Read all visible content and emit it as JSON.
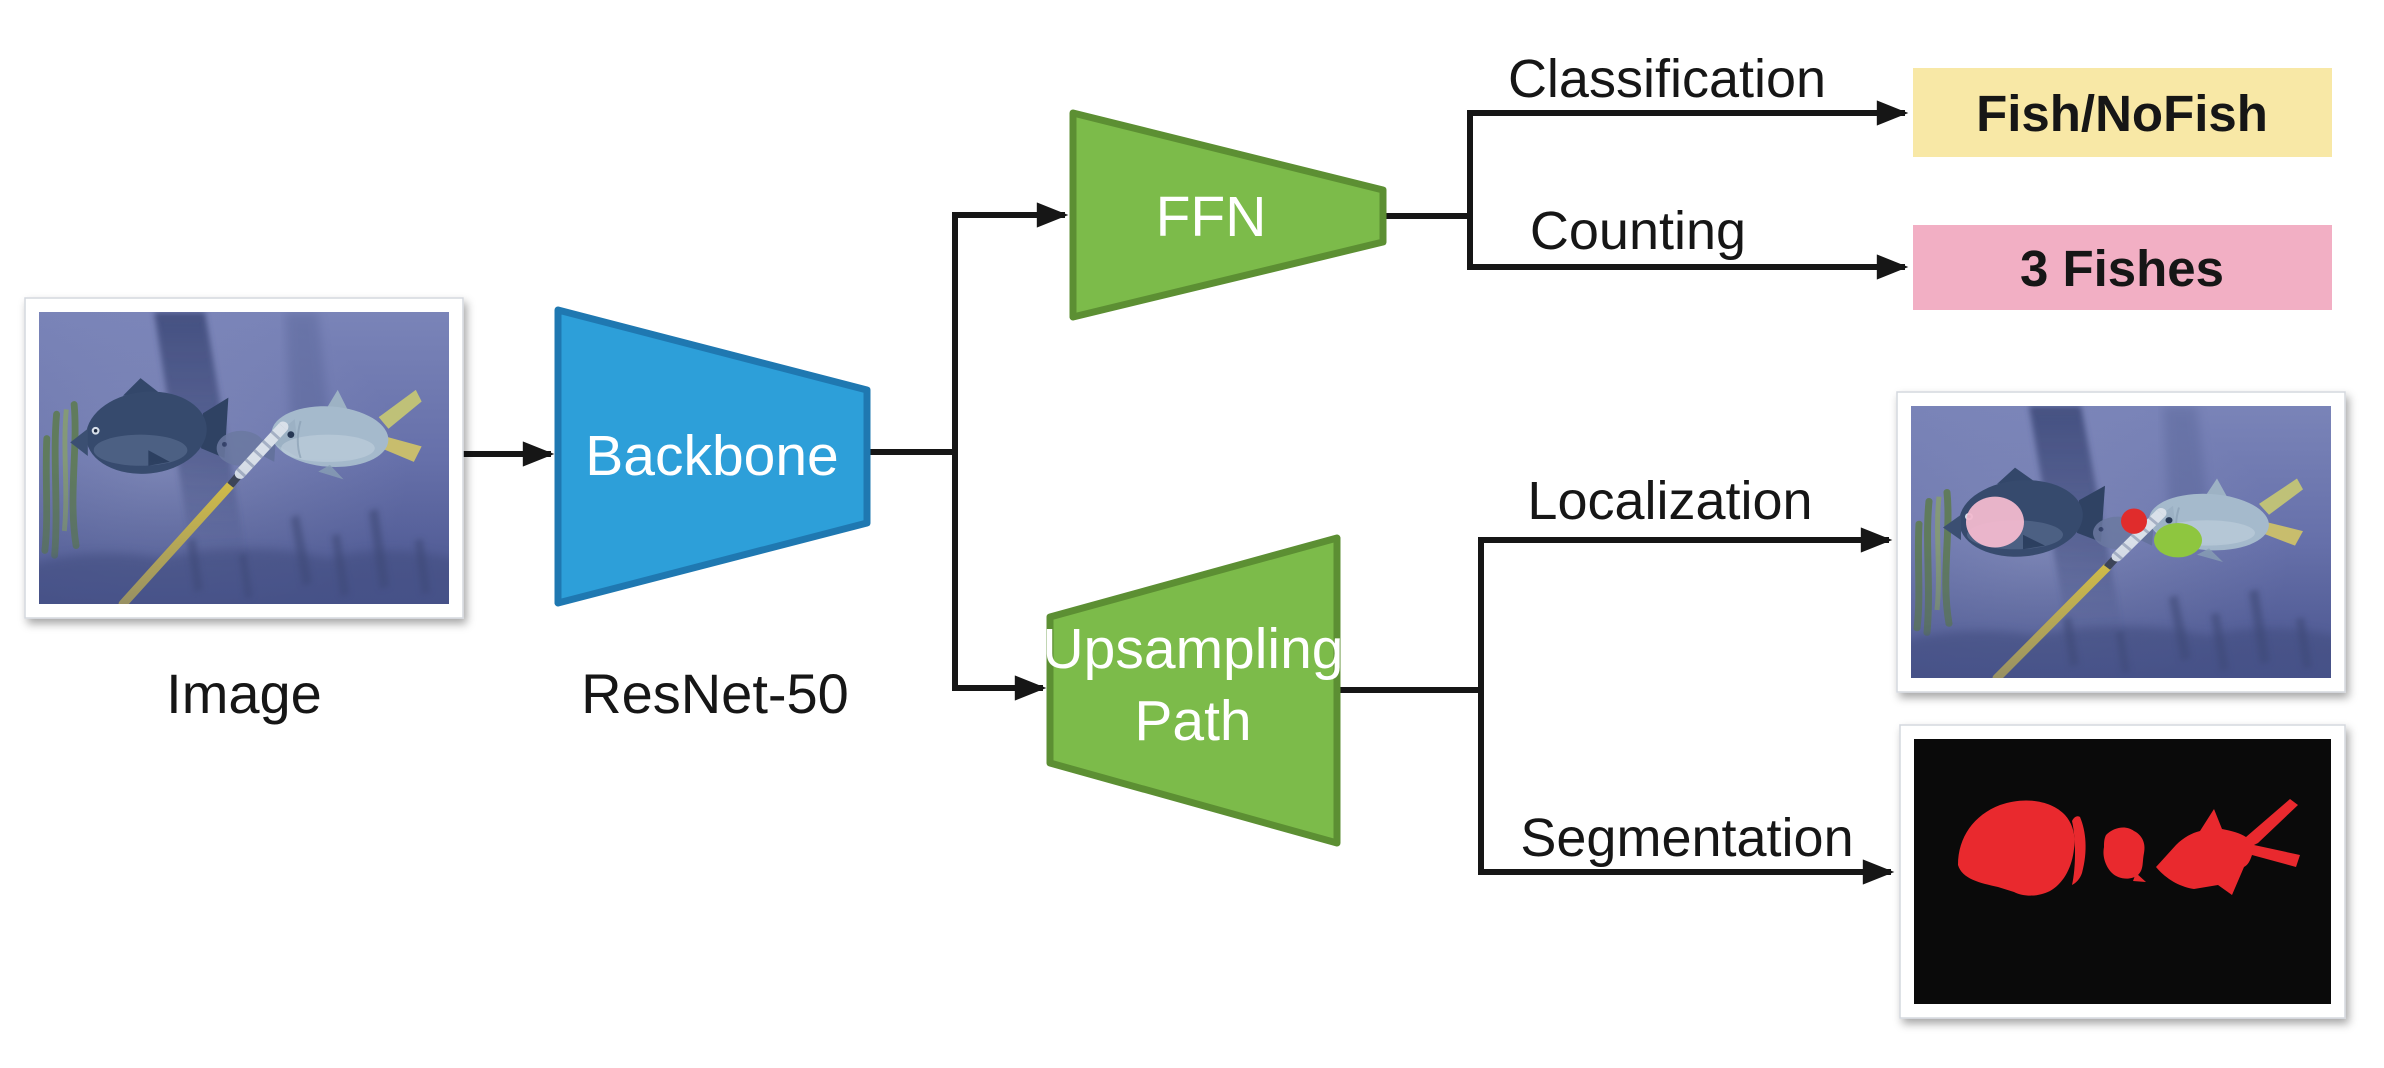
{
  "figure": {
    "input": {
      "caption": "Image"
    },
    "backbone": {
      "label": "Backbone",
      "caption": "ResNet-50"
    },
    "ffn": {
      "label": "FFN"
    },
    "upsampling": {
      "label_line1": "Upsampling",
      "label_line2": "Path"
    },
    "tasks": {
      "classification": {
        "label": "Classification",
        "output": "Fish/NoFish"
      },
      "counting": {
        "label": "Counting",
        "output": "3 Fishes"
      },
      "localization": {
        "label": "Localization"
      },
      "segmentation": {
        "label": "Segmentation"
      }
    },
    "colors": {
      "backbone_fill": "#2D9FD9",
      "backbone_stroke": "#1F78B1",
      "head_fill": "#7CBB4A",
      "head_stroke": "#5C8F33",
      "classification_output_bg": "#F8E8A6",
      "counting_output_bg": "#F2AFC4",
      "segmentation_mask_red": "#E9292E",
      "connector": "#161616"
    }
  }
}
